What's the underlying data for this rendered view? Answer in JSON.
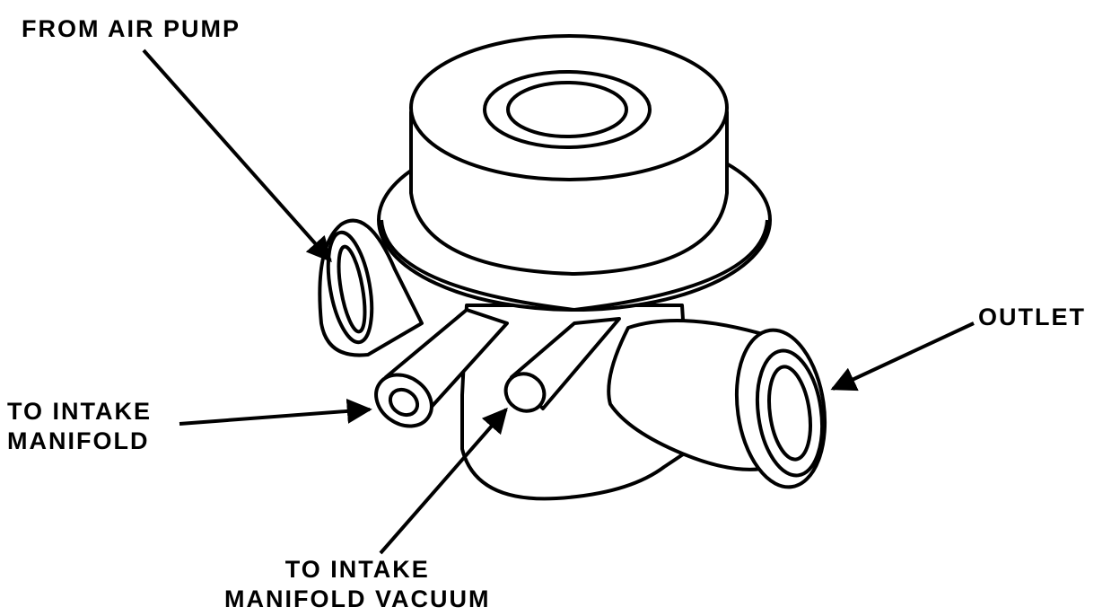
{
  "labels": {
    "from_air_pump": "FROM AIR PUMP",
    "outlet": "OUTLET",
    "to_intake_manifold": [
      "TO INTAKE",
      "MANIFOLD"
    ],
    "to_intake_manifold_vacuum": [
      "TO INTAKE",
      "MANIFOLD VACUUM"
    ]
  }
}
